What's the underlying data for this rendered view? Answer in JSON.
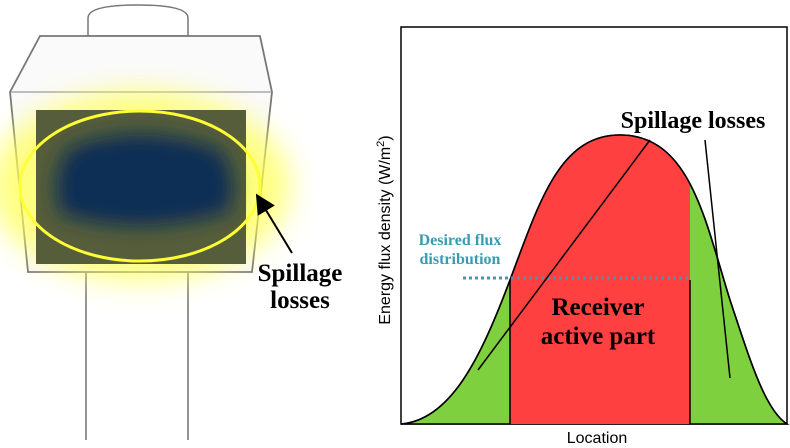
{
  "left_panel": {
    "spillage_label_line1": "Spillage",
    "spillage_label_line2": "losses"
  },
  "chart": {
    "y_axis_label": "Energy flux density (W/m",
    "y_axis_label_superscript": "2",
    "y_axis_label_close": ")",
    "x_axis_label": "Location",
    "spillage_label": "Spillage losses",
    "desired_flux_line1": "Desired flux",
    "desired_flux_line2": "distribution",
    "receiver_line1": "Receiver",
    "receiver_line2": "active part"
  },
  "colors": {
    "receiver_red": "#ff4040",
    "spillage_green": "#7ed03f",
    "desired_flux_teal": "#3a9bb0",
    "glow_yellow": "#ffff3a",
    "receiver_dark": "#0f2f55"
  },
  "icons": [
    "arrow-icon"
  ]
}
